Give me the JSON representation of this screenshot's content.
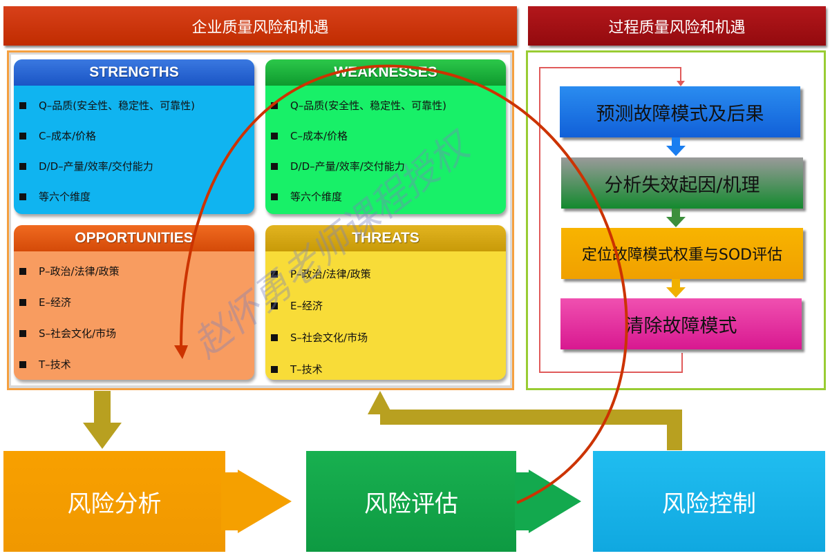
{
  "header": {
    "enterprise_title": "企业质量风险和机遇",
    "process_title": "过程质量风险和机遇"
  },
  "swot": {
    "strengths": {
      "title": "STRENGTHS",
      "items": [
        "Q–品质(安全性、稳定性、可靠性)",
        "C–成本/价格",
        "D/D–产量/效率/交付能力",
        "等六个维度"
      ]
    },
    "weaknesses": {
      "title": "WEAKNESSES",
      "items": [
        "Q–品质(安全性、稳定性、可靠性)",
        "C–成本/价格",
        "D/D–产量/效率/交付能力",
        "等六个维度"
      ]
    },
    "opportunities": {
      "title": "OPPORTUNITIES",
      "items": [
        "P–政治/法律/政策",
        "E–经济",
        "S–社会文化/市场",
        "T–技术"
      ]
    },
    "threats": {
      "title": "THREATS",
      "items": [
        "P–政治/法律/政策",
        "E–经济",
        "S–社会文化/市场",
        "T–技术"
      ]
    }
  },
  "process_steps": [
    "预测故障模式及后果",
    "分析失效起因/机理",
    "定位故障模式权重与SOD评估",
    "清除故障模式"
  ],
  "flow": {
    "analysis": "风险分析",
    "evaluation": "风险评估",
    "control": "风险控制"
  },
  "watermark": "赵怀勇老师课程授权",
  "colors": {
    "enterprise_header": "#cc3300",
    "process_header": "#a30f0f",
    "enterprise_frame": "#f5a040",
    "process_frame": "#99cc33",
    "strengths": "#10b4f0",
    "weaknesses": "#18f068",
    "opportunities": "#f89c60",
    "threats": "#f8dc38",
    "analysis": "#f5a000",
    "evaluation": "#13a94e",
    "control": "#18b4ec",
    "arc": "#cc3300"
  }
}
